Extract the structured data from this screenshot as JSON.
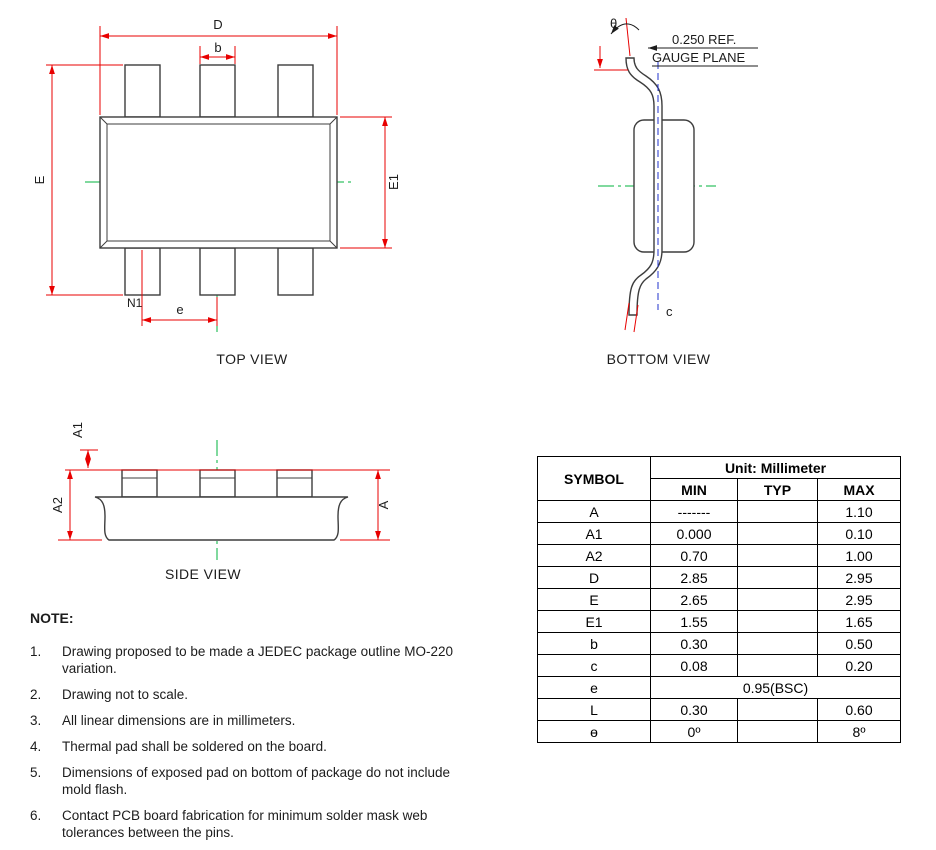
{
  "views": {
    "top": {
      "label": "TOP VIEW",
      "dim_D": "D",
      "dim_b": "b",
      "dim_E": "E",
      "dim_E1": "E1",
      "dim_N1": "N1",
      "dim_e": "e"
    },
    "bottom": {
      "label": "BOTTOM VIEW",
      "dim_theta": "θ",
      "ref_text": "0.250 REF.",
      "gauge_text": "GAUGE PLANE",
      "dim_c": "c"
    },
    "side": {
      "label": "SIDE VIEW",
      "dim_A1": "A1",
      "dim_A2": "A2",
      "dim_A": "A"
    }
  },
  "notes": {
    "title": "NOTE:",
    "items": [
      {
        "num": "1.",
        "text": "Drawing proposed to be made a JEDEC package outline MO-220 variation."
      },
      {
        "num": "2.",
        "text": "Drawing not to scale."
      },
      {
        "num": "3.",
        "text": "All linear dimensions are in millimeters."
      },
      {
        "num": "4.",
        "text": "Thermal pad shall be soldered on the board."
      },
      {
        "num": "5.",
        "text": "Dimensions of exposed pad on bottom of package do not include mold flash."
      },
      {
        "num": "6.",
        "text": "Contact PCB board fabrication for minimum solder mask web tolerances between the pins."
      }
    ]
  },
  "table": {
    "header": {
      "symbol": "SYMBOL",
      "unit": "Unit: Millimeter",
      "min": "MIN",
      "typ": "TYP",
      "max": "MAX"
    },
    "rows": [
      {
        "symbol": "A",
        "min": "-------",
        "typ": "",
        "max": "1.10"
      },
      {
        "symbol": "A1",
        "min": "0.000",
        "typ": "",
        "max": "0.10"
      },
      {
        "symbol": "A2",
        "min": "0.70",
        "typ": "",
        "max": "1.00"
      },
      {
        "symbol": "D",
        "min": "2.85",
        "typ": "",
        "max": "2.95"
      },
      {
        "symbol": "E",
        "min": "2.65",
        "typ": "",
        "max": "2.95"
      },
      {
        "symbol": "E1",
        "min": "1.55",
        "typ": "",
        "max": "1.65"
      },
      {
        "symbol": "b",
        "min": "0.30",
        "typ": "",
        "max": "0.50"
      },
      {
        "symbol": "c",
        "min": "0.08",
        "typ": "",
        "max": "0.20"
      },
      {
        "symbol": "e",
        "span": "0.95(BSC)"
      },
      {
        "symbol": "L",
        "min": "0.30",
        "typ": "",
        "max": "0.60"
      },
      {
        "symbol": "ɵ",
        "min": "0º",
        "typ": "",
        "max": "8º"
      }
    ]
  },
  "colors": {
    "dimension_line": "#e80000",
    "center_line": "#00b33c",
    "gauge_line": "#2233cc",
    "outline": "#3d3d3d"
  }
}
